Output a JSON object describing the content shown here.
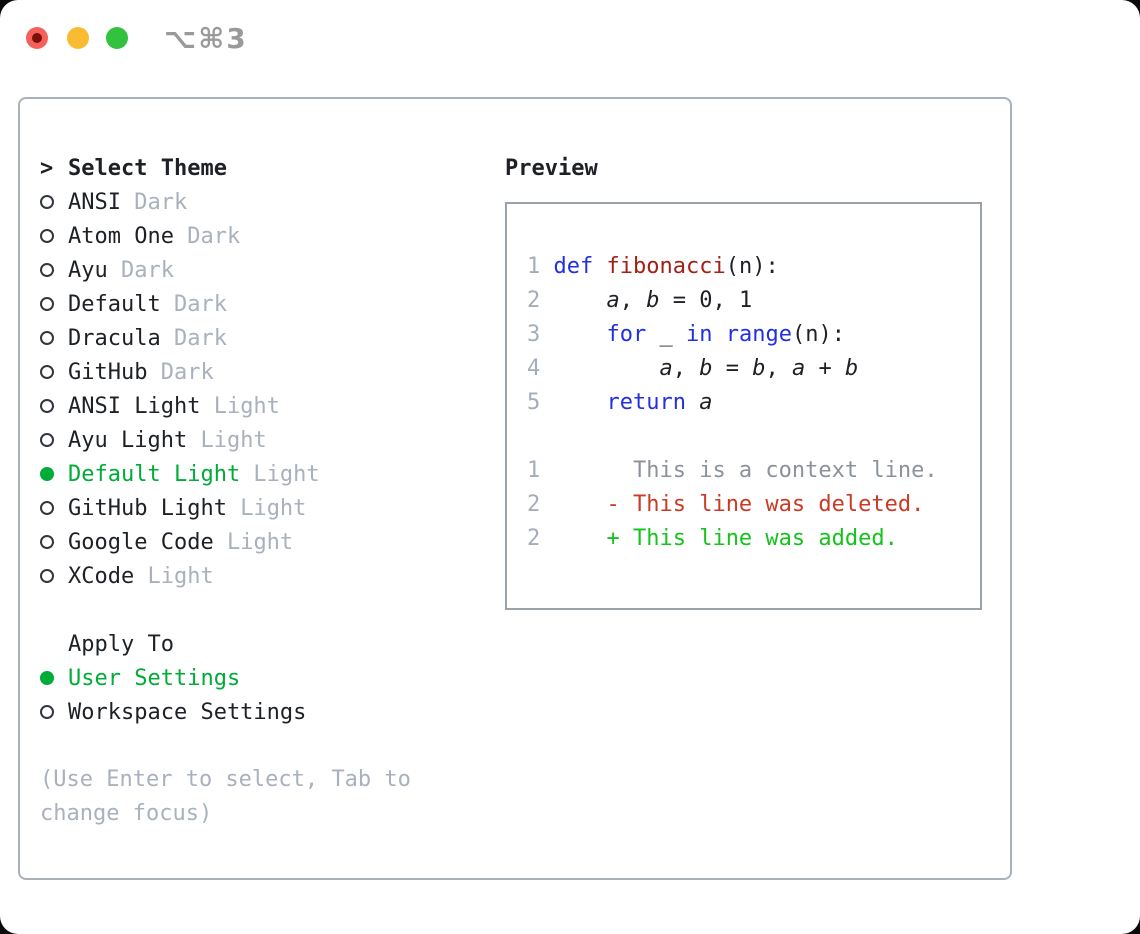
{
  "window": {
    "title": "⌥⌘3",
    "traffic_lights": [
      {
        "name": "close",
        "color": "#f4615b"
      },
      {
        "name": "minimize",
        "color": "#f9bb32"
      },
      {
        "name": "zoom",
        "color": "#33c23f"
      }
    ]
  },
  "theme_selector": {
    "header": {
      "marker": ">",
      "label": "Select Theme"
    },
    "radio_glyphs": {
      "unselected": "○",
      "selected": "●"
    },
    "items": [
      {
        "name": "ANSI",
        "variant": "Dark",
        "selected": false
      },
      {
        "name": "Atom One",
        "variant": "Dark",
        "selected": false
      },
      {
        "name": "Ayu",
        "variant": "Dark",
        "selected": false
      },
      {
        "name": "Default",
        "variant": "Dark",
        "selected": false
      },
      {
        "name": "Dracula",
        "variant": "Dark",
        "selected": false
      },
      {
        "name": "GitHub",
        "variant": "Dark",
        "selected": false
      },
      {
        "name": "ANSI Light",
        "variant": "Light",
        "selected": false
      },
      {
        "name": "Ayu Light",
        "variant": "Light",
        "selected": false
      },
      {
        "name": "Default Light",
        "variant": "Light",
        "selected": true
      },
      {
        "name": "GitHub Light",
        "variant": "Light",
        "selected": false
      },
      {
        "name": "Google Code",
        "variant": "Light",
        "selected": false
      },
      {
        "name": "XCode",
        "variant": "Light",
        "selected": false
      }
    ],
    "apply_to": {
      "label": "Apply To",
      "options": [
        {
          "name": "User Settings",
          "selected": true
        },
        {
          "name": "Workspace Settings",
          "selected": false
        }
      ]
    },
    "help_lines": [
      "(Use Enter to select, Tab to",
      "change focus)"
    ]
  },
  "preview": {
    "label": "Preview",
    "code_lines": [
      {
        "num": "1",
        "tokens": [
          {
            "t": "def",
            "c": "kw"
          },
          {
            "t": " "
          },
          {
            "t": "fibonacci",
            "c": "fn"
          },
          {
            "t": "(n):"
          }
        ]
      },
      {
        "num": "2",
        "tokens": [
          {
            "t": "    "
          },
          {
            "t": "a",
            "c": "var"
          },
          {
            "t": ", "
          },
          {
            "t": "b",
            "c": "var"
          },
          {
            "t": " = 0, 1"
          }
        ]
      },
      {
        "num": "3",
        "tokens": [
          {
            "t": "    "
          },
          {
            "t": "for",
            "c": "kw"
          },
          {
            "t": " _ "
          },
          {
            "t": "in",
            "c": "kw"
          },
          {
            "t": " "
          },
          {
            "t": "range",
            "c": "kw"
          },
          {
            "t": "(n):"
          }
        ]
      },
      {
        "num": "4",
        "tokens": [
          {
            "t": "        "
          },
          {
            "t": "a",
            "c": "var"
          },
          {
            "t": ", "
          },
          {
            "t": "b",
            "c": "var"
          },
          {
            "t": " = "
          },
          {
            "t": "b",
            "c": "var"
          },
          {
            "t": ", "
          },
          {
            "t": "a",
            "c": "var"
          },
          {
            "t": " + "
          },
          {
            "t": "b",
            "c": "var"
          }
        ]
      },
      {
        "num": "5",
        "tokens": [
          {
            "t": "    "
          },
          {
            "t": "return",
            "c": "kw"
          },
          {
            "t": " "
          },
          {
            "t": "a",
            "c": "var"
          }
        ]
      }
    ],
    "diff_lines": [
      {
        "num": "1",
        "marker": " ",
        "text": "This is a context line.",
        "type": "context"
      },
      {
        "num": "2",
        "marker": "-",
        "text": "This line was deleted.",
        "type": "deleted"
      },
      {
        "num": "2",
        "marker": "+",
        "text": "This line was added.",
        "type": "added"
      }
    ]
  },
  "colors": {
    "accent_green": "#00ac38",
    "diff_added": "#14c41c",
    "diff_deleted": "#cb3a24",
    "diff_context": "#8b929b",
    "syntax_keyword": "#2230e2",
    "syntax_function": "#a32016",
    "muted_gray": "#a9b1bd",
    "line_number_gray": "#a4adb9",
    "text": "#1d2126",
    "panel_border": "#a9b1bb",
    "preview_border": "#9aa2ac"
  }
}
